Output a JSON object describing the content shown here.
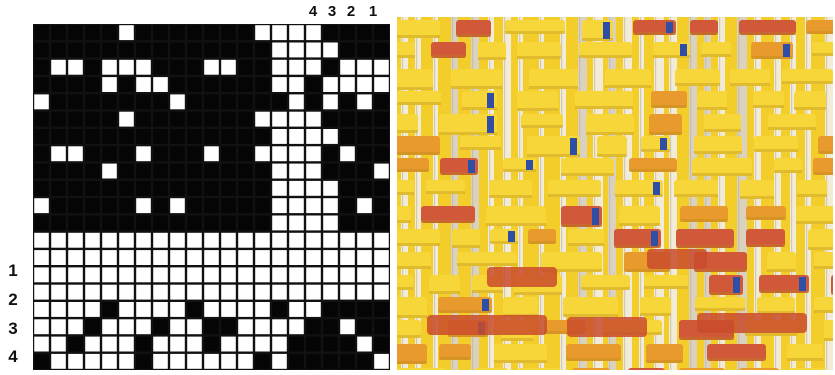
{
  "draft": {
    "top_labels": [
      "4",
      "3",
      "2",
      "1"
    ],
    "row_labels": [
      "1",
      "2",
      "3",
      "4"
    ],
    "colors": {
      "filled": "#050505",
      "empty": "#ffffff",
      "line": "#111111"
    },
    "rows": [
      "111110111111100001111",
      "111111111111110000111",
      "100100011100110001000",
      "111101001111110010000",
      "011111110111111010101",
      "111110111111100001111",
      "111111111111110000111",
      "100111011101100001011",
      "111101111111110001110",
      "111111111111110000111",
      "011111010111110000101",
      "111111111111110000111",
      "000000000000000000000",
      "000000000000000000000",
      "000000000000000000000",
      "000000000000000000000",
      "000010000100001001111",
      "000100010011000011011",
      "001000100010000111101",
      "100000100000010111110"
    ]
  },
  "fabric": {
    "colors": {
      "bg_yellow": "#f3cd2a",
      "weft_white": "#f1ece0",
      "weft_grey": "#d8d2c6",
      "band_yellow": "#f7d63a",
      "band_orange": "#e99a2c",
      "band_red": "#d2583a",
      "band_blue": "#2f4fa6",
      "band_deep": "#c94b2c"
    }
  }
}
